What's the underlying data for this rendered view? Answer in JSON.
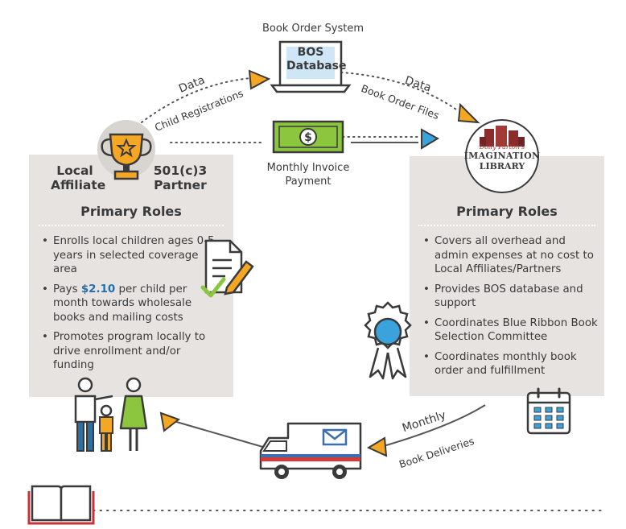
{
  "bos": {
    "caption": "Book Order System",
    "screen_line1": "BOS",
    "screen_line2": "Database"
  },
  "flow_labels": {
    "left_data": "Data",
    "left_sub": "Child Registrations",
    "right_data": "Data",
    "right_sub": "Book Order Files",
    "invoice_line1": "Monthly Invoice",
    "invoice_line2": "Payment",
    "delivery_line1": "Monthly",
    "delivery_line2": "Book Deliveries"
  },
  "affiliate": {
    "local_line1": "Local",
    "local_line2": "Affiliate",
    "partner_line1": "501(c)3",
    "partner_line2": "Partner",
    "roles_title": "Primary Roles",
    "bullet1": "Enrolls local children ages 0-5 years in selected coverage area",
    "bullet2_pre": "Pays ",
    "bullet2_amount": "$2.10",
    "bullet2_post": " per child per month towards wholesale books and mailing costs",
    "bullet3": "Promotes program locally to drive enrollment and/or funding"
  },
  "library": {
    "logo_line1": "Dolly Parton's",
    "logo_line2": "IMAGINATION",
    "logo_line3": "LIBRARY",
    "roles_title": "Primary Roles",
    "bullets": [
      "Covers all overhead and admin expenses at no cost to Local Affiliates/Partners",
      "Provides BOS database and support",
      "Coordinates Blue Ribbon Book Selection Committee",
      "Coordinates monthly book order and fulfillment"
    ]
  },
  "colors": {
    "orange": "#f5a623",
    "blue": "#3aa3dc",
    "panel": "#e6e3e0",
    "money": "#6fb02f",
    "dark": "#3a3a3a"
  },
  "icons": [
    "trophy-icon",
    "laptop-icon",
    "money-icon",
    "document-pencil-icon",
    "ribbon-award-icon",
    "calendar-icon",
    "family-icon",
    "mail-truck-icon",
    "book-icon",
    "imagination-library-logo"
  ]
}
